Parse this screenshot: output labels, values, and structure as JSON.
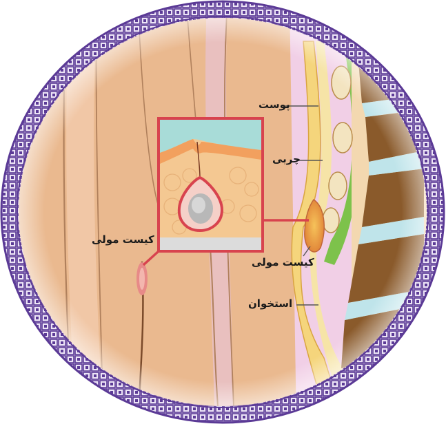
{
  "labels": {
    "skin": "پوست",
    "fat": "چربی",
    "cyst_side": "کیست مولی",
    "bone": "استخوان",
    "cyst_back": "کیست مولی"
  },
  "colors": {
    "frame_purple": "#5b3a96",
    "frame_light": "#e7ddf3",
    "body_skin": "#e9b98f",
    "background_pink": "#f3cfe6",
    "cyst_red": "#d8434e",
    "bone_brown": "#8a5a2b",
    "disc_blue": "#bfe4ea",
    "fat_yellow": "#f4d07a",
    "spinal_green": "#7dc24b"
  }
}
